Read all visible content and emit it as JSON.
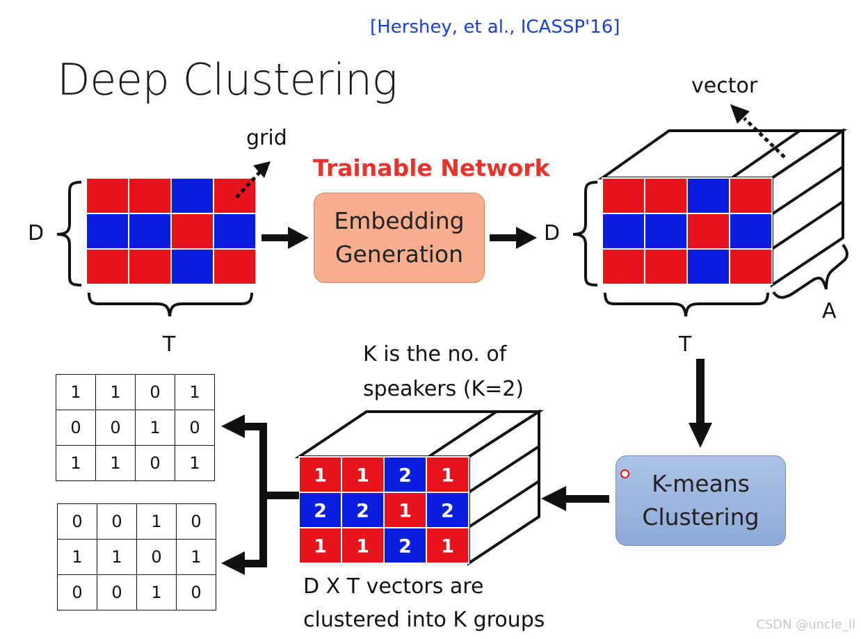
{
  "citation": "[Hershey, et al., ICASSP'16]",
  "title": "Deep Clustering",
  "labels": {
    "grid": "grid",
    "vector": "vector",
    "trainable": "Trainable Network",
    "d_left": "D",
    "d_right": "D",
    "t_left": "T",
    "t_right": "T",
    "a": "A",
    "k_note_line1": "K is the no. of",
    "k_note_line2": "speakers (K=2)",
    "dxt_line1": "D X T vectors are",
    "dxt_line2": "clustered into K groups"
  },
  "embedding_box": {
    "line1": "Embedding",
    "line2": "Generation"
  },
  "kmeans_box": {
    "line1": "K-means",
    "line2": "Clustering"
  },
  "colors": {
    "red": "#e8141c",
    "blue": "#0a1ede",
    "citation": "#1a3fd6",
    "trainable": "#e8322a"
  },
  "input_grid": [
    [
      "red",
      "red",
      "blue",
      "red"
    ],
    [
      "blue",
      "blue",
      "red",
      "blue"
    ],
    [
      "red",
      "red",
      "blue",
      "red"
    ]
  ],
  "embedding_grid": [
    [
      "red",
      "red",
      "blue",
      "red"
    ],
    [
      "blue",
      "blue",
      "red",
      "blue"
    ],
    [
      "red",
      "red",
      "blue",
      "red"
    ]
  ],
  "cluster_grid": [
    [
      {
        "c": "red",
        "v": "1"
      },
      {
        "c": "red",
        "v": "1"
      },
      {
        "c": "blue",
        "v": "2"
      },
      {
        "c": "red",
        "v": "1"
      }
    ],
    [
      {
        "c": "blue",
        "v": "2"
      },
      {
        "c": "blue",
        "v": "2"
      },
      {
        "c": "red",
        "v": "1"
      },
      {
        "c": "blue",
        "v": "2"
      }
    ],
    [
      {
        "c": "red",
        "v": "1"
      },
      {
        "c": "red",
        "v": "1"
      },
      {
        "c": "blue",
        "v": "2"
      },
      {
        "c": "red",
        "v": "1"
      }
    ]
  ],
  "mask1": [
    [
      "1",
      "1",
      "0",
      "1"
    ],
    [
      "0",
      "0",
      "1",
      "0"
    ],
    [
      "1",
      "1",
      "0",
      "1"
    ]
  ],
  "mask2": [
    [
      "0",
      "0",
      "1",
      "0"
    ],
    [
      "1",
      "1",
      "0",
      "1"
    ],
    [
      "0",
      "0",
      "1",
      "0"
    ]
  ],
  "watermark": "CSDN @uncle_ll"
}
